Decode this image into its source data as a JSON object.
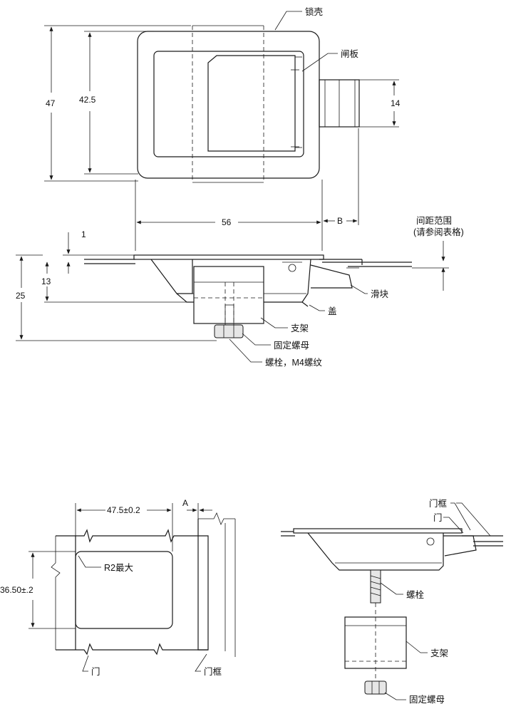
{
  "top_view": {
    "labels": {
      "lock_shell": "锁壳",
      "latch_plate": "闸板",
      "slider": "滑块",
      "cover": "盖",
      "bracket": "支架",
      "retaining_nut": "固定螺母",
      "bolt_m4": "螺栓，M4螺纹",
      "spacing_range_1": "间距范围",
      "spacing_range_2": "(请参阅表格)"
    },
    "dims": {
      "height_outer": "47",
      "height_inner": "42.5",
      "latch_height": "14",
      "width": "56",
      "b": "B",
      "flange": "1",
      "depth_13": "13",
      "depth_25": "25"
    }
  },
  "cutout_view": {
    "labels": {
      "width_dim": "47.5±0.2",
      "a": "A",
      "height_dim": "36.50±.2",
      "radius": "R2最大",
      "door": "门",
      "door_frame": "门框"
    }
  },
  "side_view": {
    "labels": {
      "door_frame": "门框",
      "door": "门",
      "bolt": "螺栓",
      "bracket": "支架",
      "retaining_nut": "固定螺母"
    }
  }
}
